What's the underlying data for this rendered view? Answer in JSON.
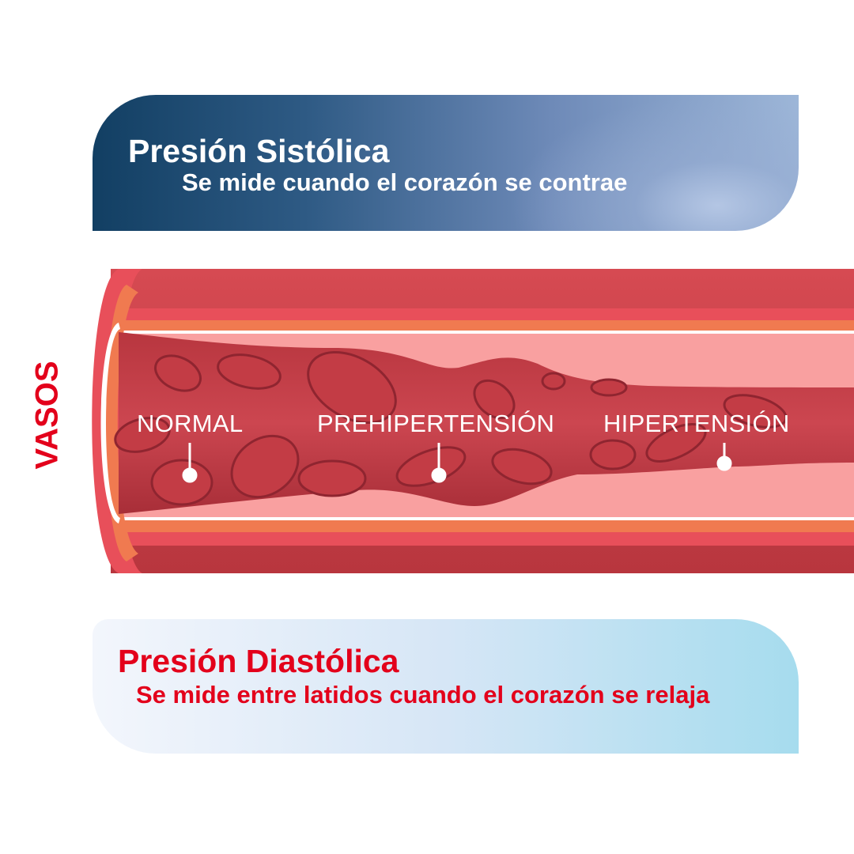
{
  "systolic": {
    "title": "Presión Sistólica",
    "subtitle": "Se mide cuando el corazón se contrae"
  },
  "diastolic": {
    "title": "Presión Diastólica",
    "subtitle": "Se mide entre latidos cuando el corazón se relaja"
  },
  "vessel": {
    "side_label": "VASOS",
    "stages": [
      {
        "label": "NORMAL"
      },
      {
        "label": "PREHIPERTENSIÓN"
      },
      {
        "label": "HIPERTENSIÓN"
      }
    ]
  },
  "colors": {
    "red": "#e3001b",
    "navy": "#123f63"
  }
}
